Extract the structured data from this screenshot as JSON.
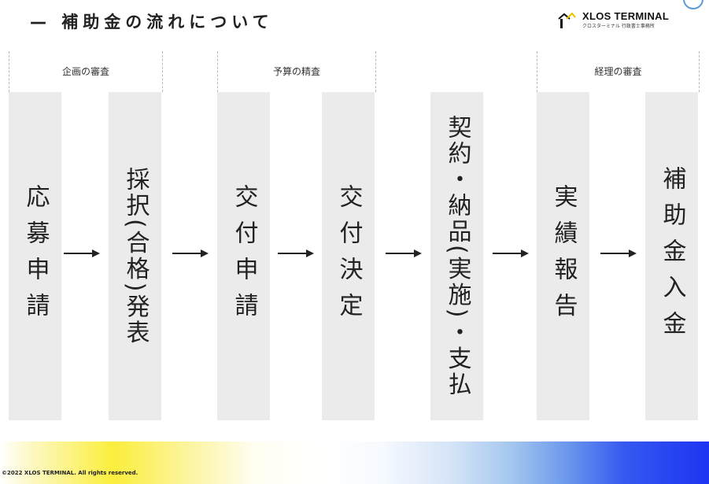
{
  "header": {
    "title": "— 補助金の流れについて",
    "logo_name": "XLOS TERMINAL",
    "logo_sub": "クロスターミナル 行政書士事務所"
  },
  "groups": [
    {
      "label": "企画の審査"
    },
    {
      "label": "予算の精査"
    },
    {
      "label": "経理の審査"
    }
  ],
  "steps": [
    {
      "label": "応募申請"
    },
    {
      "label": "採択(合格)発表"
    },
    {
      "label": "交付申請"
    },
    {
      "label": "交付決定"
    },
    {
      "label": "契約・納品(実施)・支払"
    },
    {
      "label": "実績報告"
    },
    {
      "label": "補助金入金"
    }
  ],
  "footer": {
    "copyright": "©2022 XLOS TERMINAL. All rights reserved."
  },
  "colors": {
    "panel": "#ebebeb",
    "footer_yellow": "#fbee3c",
    "footer_blue": "#1d34f2"
  }
}
